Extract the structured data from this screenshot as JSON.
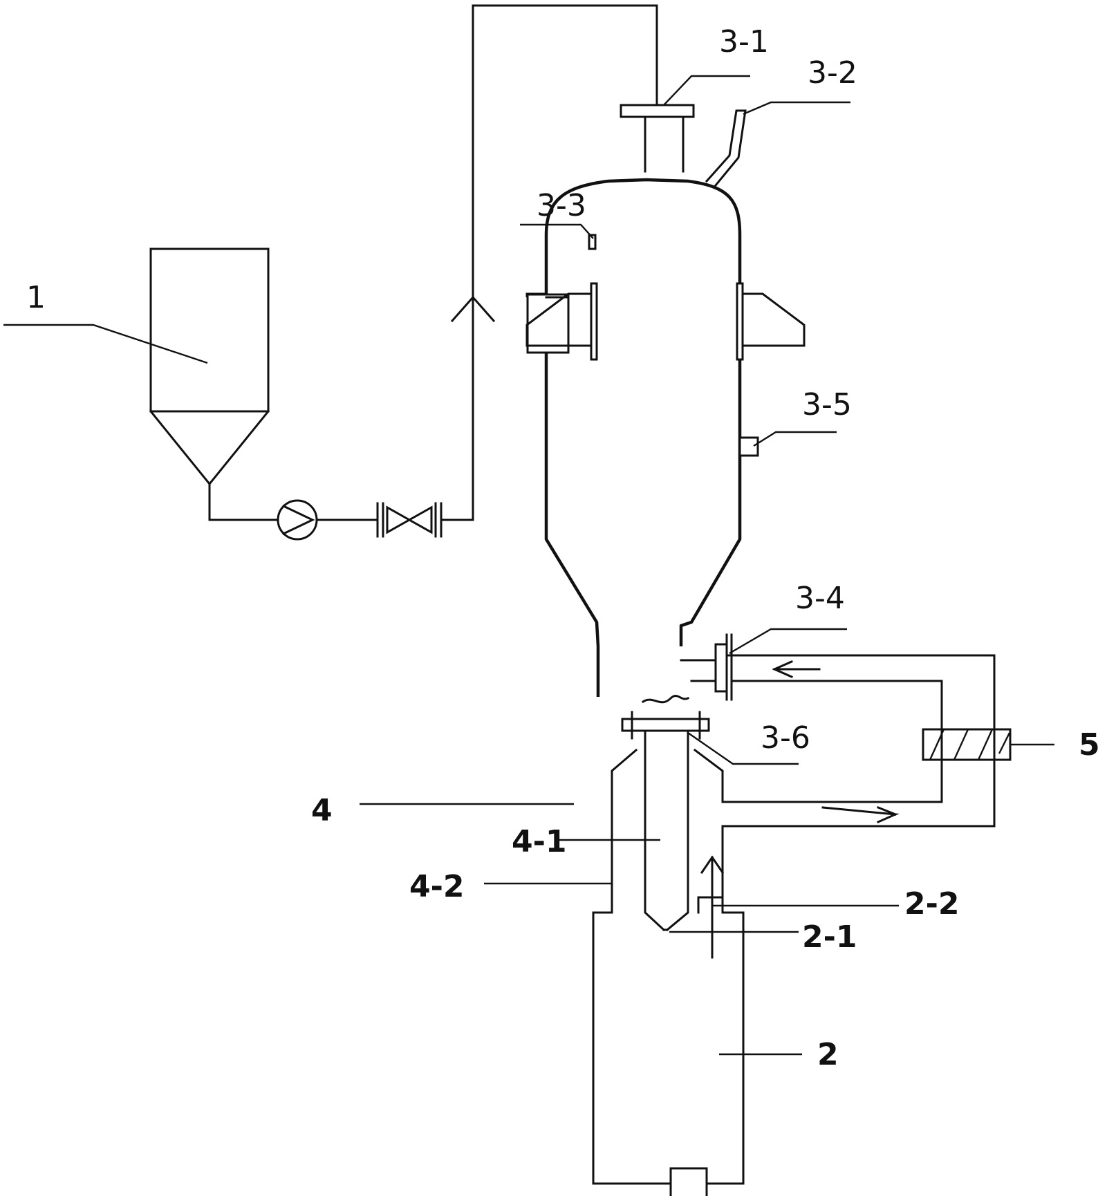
{
  "labels": {
    "l1": "1",
    "l2": "2",
    "l2_1": "2-1",
    "l2_2": "2-2",
    "l3_1": "3-1",
    "l3_2": "3-2",
    "l3_3": "3-3",
    "l3_4": "3-4",
    "l3_5": "3-5",
    "l3_6": "3-6",
    "l4": "4",
    "l4_1": "4-1",
    "l4_2": "4-2",
    "l5": "5"
  }
}
